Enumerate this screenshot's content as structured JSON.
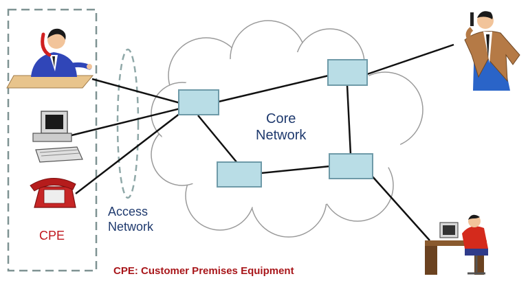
{
  "labels": {
    "core_network": [
      "Core",
      "Network"
    ],
    "access_network": [
      "Access",
      "Network"
    ],
    "cpe": "CPE",
    "legend": "CPE: Customer Premises Equipment"
  },
  "colors": {
    "node_fill": "#b9dde6",
    "node_stroke": "#6e9aa8",
    "link": "#111111",
    "cloud_stroke": "#9a9a9a",
    "dashed_border": "#7e9292",
    "label_blue": "#1f3a6e",
    "label_red": "#c0171e",
    "legend_red": "#a8161a"
  },
  "icons": [
    "man-on-phone-at-desk-icon",
    "desktop-computer-icon",
    "red-telephone-icon",
    "man-with-mobile-phone-icon",
    "person-at-computer-desk-icon"
  ]
}
